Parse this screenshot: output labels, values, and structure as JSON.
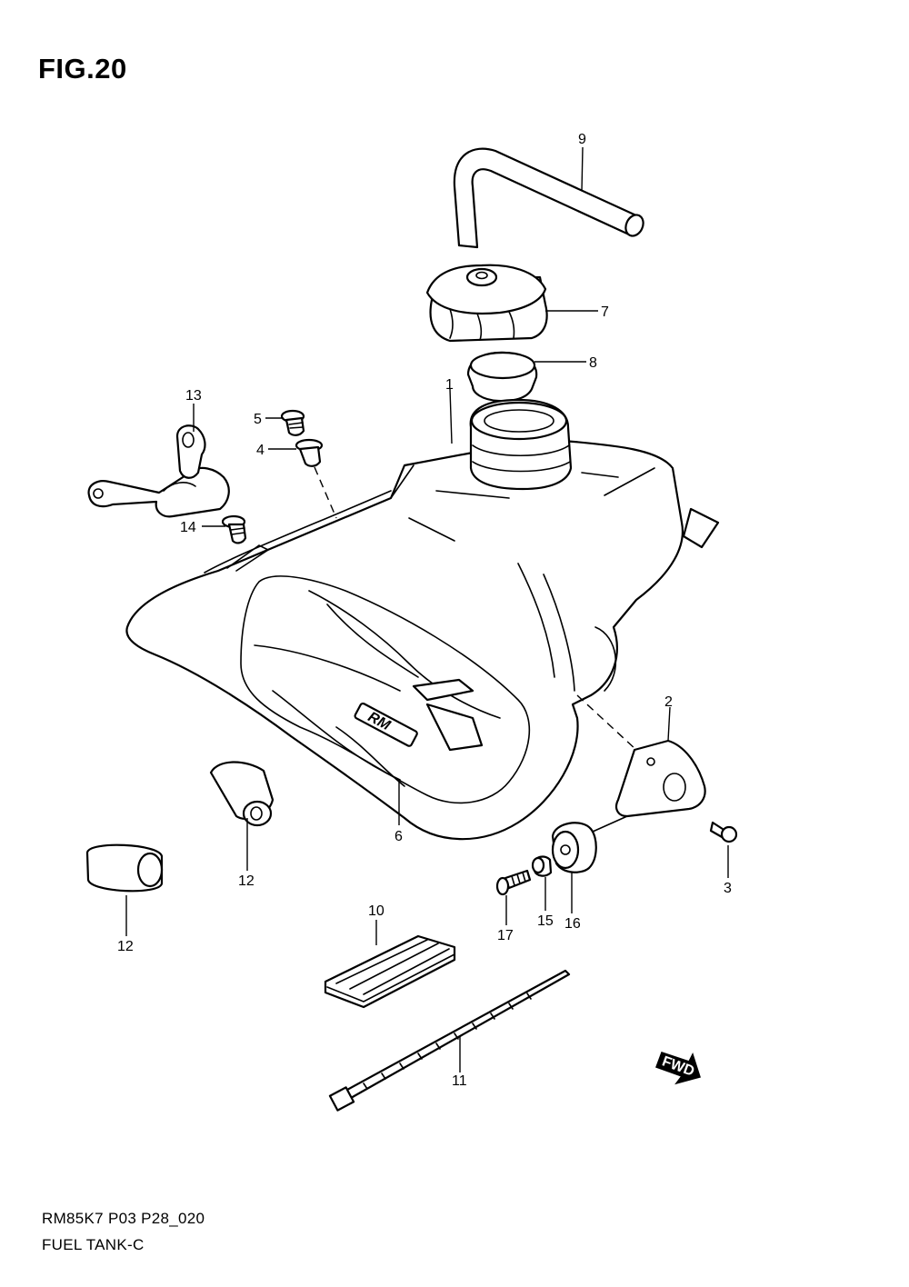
{
  "figure": {
    "title": "FIG.20"
  },
  "callouts": [
    {
      "id": "c9",
      "label": "9"
    },
    {
      "id": "c7",
      "label": "7"
    },
    {
      "id": "c8",
      "label": "8"
    },
    {
      "id": "c1",
      "label": "1"
    },
    {
      "id": "c13",
      "label": "13"
    },
    {
      "id": "c5",
      "label": "5"
    },
    {
      "id": "c4",
      "label": "4"
    },
    {
      "id": "c14",
      "label": "14"
    },
    {
      "id": "c2",
      "label": "2"
    },
    {
      "id": "c3",
      "label": "3"
    },
    {
      "id": "c6",
      "label": "6"
    },
    {
      "id": "c12a",
      "label": "12"
    },
    {
      "id": "c12b",
      "label": "12"
    },
    {
      "id": "c10",
      "label": "10"
    },
    {
      "id": "c17",
      "label": "17"
    },
    {
      "id": "c15",
      "label": "15"
    },
    {
      "id": "c16",
      "label": "16"
    },
    {
      "id": "c11",
      "label": "11"
    }
  ],
  "tank_logo": "RM",
  "fwd_label": "FWD",
  "footer": {
    "code": "RM85K7 P03 P28_020",
    "name": "FUEL TANK-C"
  }
}
